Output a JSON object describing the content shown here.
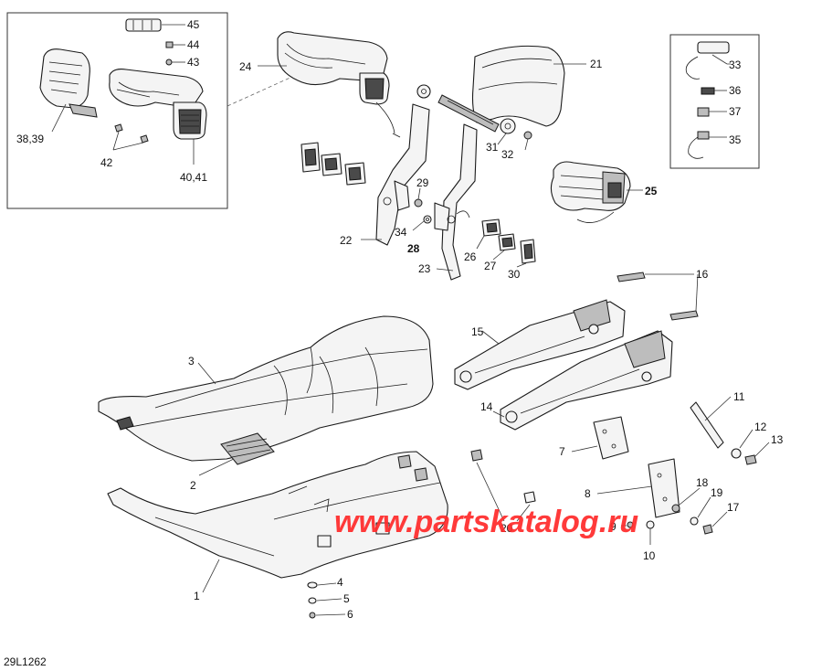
{
  "document_id": "29L1262",
  "watermark": "www.partskatalog.ru",
  "callouts": {
    "c1": "1",
    "c2": "2",
    "c3": "3",
    "c4": "4",
    "c5": "5",
    "c6": "6",
    "c7": "7",
    "c8": "8",
    "c9": "9",
    "c10": "10",
    "c11": "11",
    "c12": "12",
    "c13": "13",
    "c14": "14",
    "c15": "15",
    "c16": "16",
    "c17": "17",
    "c18": "18",
    "c19": "19",
    "c20": "20",
    "c21": "21",
    "c22": "22",
    "c23": "23",
    "c24": "24",
    "c25": "25",
    "c26": "26",
    "c27": "27",
    "c28": "28",
    "c29": "29",
    "c30": "30",
    "c31": "31",
    "c32": "32",
    "c33": "33",
    "c34": "34",
    "c35": "35",
    "c36": "36",
    "c37": "37",
    "c3839": "38,39",
    "c4041": "40,41",
    "c42": "42",
    "c43": "43",
    "c44": "44",
    "c45": "45"
  },
  "colors": {
    "watermark": "#ff2a2a",
    "line": "#1a1a1a"
  }
}
